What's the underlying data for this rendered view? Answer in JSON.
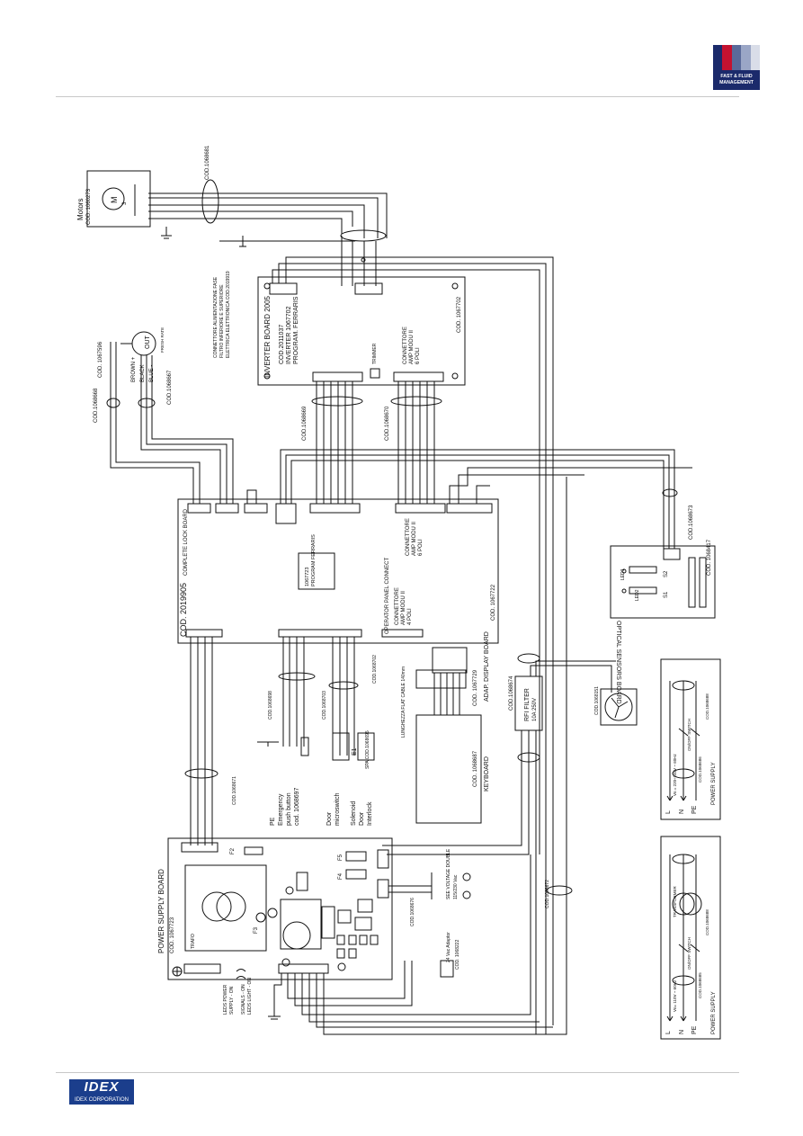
{
  "header": {
    "brand_line1": "FAST & FLUID",
    "brand_line2": "MANAGEMENT",
    "brand_colors": [
      "#1b2a6b",
      "#c41230",
      "#5a6a9a",
      "#9aa6c6",
      "#d9dde8"
    ]
  },
  "footer": {
    "logo_text": "IDEX",
    "logo_subtext": "IDEX CORPORATION"
  },
  "diagram": {
    "motor": {
      "title": "Motors",
      "code": "COD. 1060273",
      "symbol": "M",
      "phase": "3 ~"
    },
    "motor_cable_code": "COD.1068681",
    "inverter": {
      "title": "INVERTER  BOARD  2005",
      "code1": "COD.2011037",
      "code2": "INVERTER 1067702",
      "code3": "PROGRAM. FERRARIS",
      "code_side": "COD. 1067702",
      "trimmer": "TRIMMER",
      "connettore": "CONNETTORE",
      "amp_line": "AMP MODU II",
      "poli": "6 POLI",
      "note1": "CONNETTORE ALIMENTAZIONE FASE",
      "note2": "FILTRO INFERIORE E SUPERIORE",
      "note3": "ELETTRICA ELETTRONICA COD.2019919"
    },
    "encoder": {
      "code": "COD. 1067596",
      "code2": "COD.1068667",
      "brown": "BROWN  +",
      "black": "BLACK",
      "blue": "BLUE  -",
      "out": "OUT",
      "sensor": "FRESH RATE"
    },
    "cable_left": "COD.1068668",
    "cable_mid1": "COD.1068669",
    "cable_mid2": "COD.1068670",
    "complete_board": {
      "title": "COMPLETE LOCK BOARD",
      "code": "COD. 2019905",
      "code_side": "COD. 1067722",
      "chip1": "1067723",
      "chip2": "PROGRAM FERRARIS",
      "op_connect": "OPERATOR PANEL CONNECT",
      "connettore": "CONNETTORE",
      "amp": "AMP MODU II",
      "poli": "6 POLI",
      "conn2": "CONNETTORE",
      "amp2": "AMP MODU II",
      "poli2": "4 POLI"
    },
    "optical": {
      "title": "OPTICAL  SENSORS  BOARD",
      "code": "COD. 1068417",
      "cable": "COD.1068673",
      "s1": "S1",
      "s2": "S2",
      "led1": "LED1",
      "led2": "LED2"
    },
    "display": {
      "title": "ADAP. DISPLAY  BOARD",
      "code": "COD. 1067729",
      "flat": "LUNGHEZZA FLAT CABLE 140mm",
      "keyboard": "KEYBOARD",
      "kb_code": "COD. 1068687"
    },
    "filter": {
      "title": "RFI FILTER",
      "rating": "10A  250V",
      "code": "COD.1068674"
    },
    "fan": {
      "code": "COD.1068151"
    },
    "devices": {
      "pe": "PE",
      "emergency": "Emergency",
      "push": "push button",
      "push_code": "cod. 1068697",
      "door": "Door",
      "micro": "microswitch",
      "solenoid": "Solenoid",
      "door2": "Door",
      "interlock": "Interlock",
      "e1": "E1",
      "spa": "SPA COD.1068695",
      "cable1": "COD.1068698",
      "cable2": "COD.1068703",
      "cable3": "COD.1068702",
      "cable4": "COD.1068671"
    },
    "psu": {
      "title": "POWER  SUPPLY  BOARD",
      "code": "COD. 1067723",
      "fuse_f2": "F2",
      "fuse_f3": "F3",
      "fuse_f4": "F4",
      "fuse_f5": "F5",
      "transformer": "TRAFO",
      "led_power": "LEDS POWER",
      "supply_on": "SUPPLY - ON",
      "signals": "SIGNALS - ON",
      "led_light": "LEDS LIGHT - ON",
      "adapter": "24 Vac Adaptor",
      "adapter_code": "COD. 1068222",
      "see_voltage": "SEE VOLTAGE DOUBLE",
      "volt_range": "115/230 Vac",
      "cable_a": "COD.1068676",
      "cable_b": "COD.1068672"
    },
    "supply1": {
      "title": "POWER SUPPLY",
      "code": "COD.1068688",
      "line": "Vn = 220÷240V ~ 60Hz",
      "l": "L",
      "n": "N",
      "pe": "PE",
      "switch": "ON/OFF SWITCH",
      "cable": "COD.1068686"
    },
    "supply2": {
      "title": "POWER SUPPLY",
      "code": "COD.1068688",
      "line": "Vn= 110V ~ 60Hz",
      "l": "L",
      "n": "N",
      "pe": "PE",
      "switch": "ON/OFF SWITCH",
      "trafo": "TRANSFORMER",
      "cable": "COD.1068685"
    }
  }
}
